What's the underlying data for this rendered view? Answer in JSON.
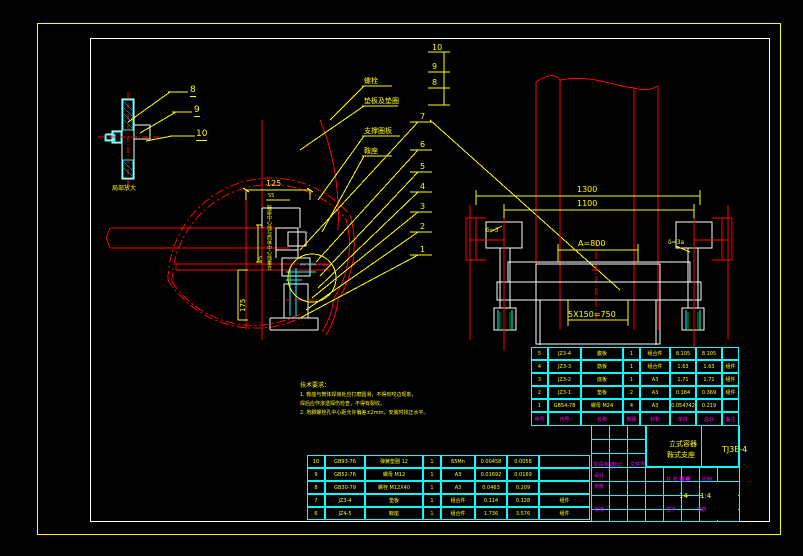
{
  "drawing": {
    "background_color": "#000000",
    "border_color": "#ffff00",
    "frame_color": "#ffffff",
    "geometry_color": "#ff0000",
    "dimension_color": "#ffff00",
    "table_color": "#00ffff",
    "title_text_color": "#ff00ff"
  },
  "detail_view": {
    "callouts": [
      "8",
      "9",
      "10"
    ],
    "label": "局部放大"
  },
  "leader_labels": [
    {
      "text": "螺栓"
    },
    {
      "text": "垫板及垫圈"
    },
    {
      "text": "支撑圈板"
    },
    {
      "text": "鞍座"
    }
  ],
  "balloons": [
    "10",
    "9",
    "8",
    "7",
    "6",
    "5",
    "4",
    "3",
    "2",
    "1"
  ],
  "front_view": {
    "dim_125": "125",
    "dim_175": "175",
    "dim_55": "55",
    "dim_50": "50",
    "dim_75": "75",
    "vertical_note": "鞍座中心线与筒体中心线重合"
  },
  "side_view": {
    "dim_1300": "1300",
    "dim_1100": "1100",
    "dim_A800": "A=800",
    "dim_spacing": "5X150=750",
    "left_mark": "δ=3",
    "right_mark": "δ=3a"
  },
  "notes": {
    "title": "技术要求：",
    "lines": [
      "1. 鞍座与筒体焊接处应打磨圆滑，不得有咬边现象，",
      "   焊后应作渗透探伤检查，不得有裂纹。",
      "2. 地脚螺栓孔中心距允许偏差±2mm，安装时找正水平。"
    ]
  },
  "bom_upper": {
    "columns": [
      "序号",
      "代号",
      "名称",
      "数量",
      "材料",
      "单件",
      "总计",
      "备注"
    ],
    "rows": [
      {
        "no": "5",
        "code": "JZ3-4",
        "name": "腹板",
        "qty": "1",
        "material": "组合件",
        "unit": "8.105",
        "total": "8.105",
        "remark": ""
      },
      {
        "no": "4",
        "code": "JZ3-3",
        "name": "筋板",
        "qty": "1",
        "material": "组合件",
        "unit": "1.63",
        "total": "1.63",
        "remark": "组件"
      },
      {
        "no": "3",
        "code": "JZ3-2",
        "name": "底板",
        "qty": "1",
        "material": "A3",
        "unit": "1.71",
        "total": "1.71",
        "remark": "组件"
      },
      {
        "no": "2",
        "code": "JZ3-1",
        "name": "垫板",
        "qty": "2",
        "material": "A3",
        "unit": "0.184",
        "total": "0.369",
        "remark": "组件"
      },
      {
        "no": "1",
        "code": "GB54-78",
        "name": "螺母 M24",
        "qty": "4",
        "material": "A3",
        "unit": "0.054742",
        "total": "0.219",
        "remark": ""
      }
    ]
  },
  "bom_lower": {
    "columns": [
      "序号",
      "代号",
      "名称",
      "数量",
      "材料",
      "单件",
      "总计",
      "备注"
    ],
    "rows": [
      {
        "no": "10",
        "code": "GB93-76",
        "name": "弹簧垫圈 12",
        "qty": "1",
        "material": "65Mn",
        "unit": "0.00458",
        "total": "0.0058",
        "remark": ""
      },
      {
        "no": "9",
        "code": "GB52-76",
        "name": "螺母 M12",
        "qty": "1",
        "material": "A3",
        "unit": "0.01692",
        "total": "0.0169",
        "remark": ""
      },
      {
        "no": "8",
        "code": "GB30-79",
        "name": "螺栓 M12X40",
        "qty": "1",
        "material": "A3",
        "unit": "0.0463",
        "total": "0.209",
        "remark": ""
      },
      {
        "no": "7",
        "code": "JZ3-4",
        "name": "垫板",
        "qty": "1",
        "material": "组合件",
        "unit": "0.114",
        "total": "0.128",
        "remark": "组件"
      },
      {
        "no": "6",
        "code": "JZ4-5",
        "name": "鞍座",
        "qty": "1",
        "material": "组合件",
        "unit": "1.736",
        "total": "3.576",
        "remark": "组件"
      }
    ]
  },
  "title_block": {
    "drawing_title_line1": "立式容器",
    "drawing_title_line2": "鞍式支座",
    "drawing_number": "TJ3E-4",
    "labels": {
      "design": "设计",
      "check": "校核",
      "review": "审核",
      "approve": "批准",
      "stage": "阶段标记",
      "weight": "重量",
      "scale": "比例",
      "sheet_of": "共 张 第 张",
      "mark": "标记",
      "qty": "处数",
      "doc": "文件号",
      "sign": "签字",
      "date": "日期"
    },
    "weight_value": "14",
    "scale_value": "1:4"
  }
}
